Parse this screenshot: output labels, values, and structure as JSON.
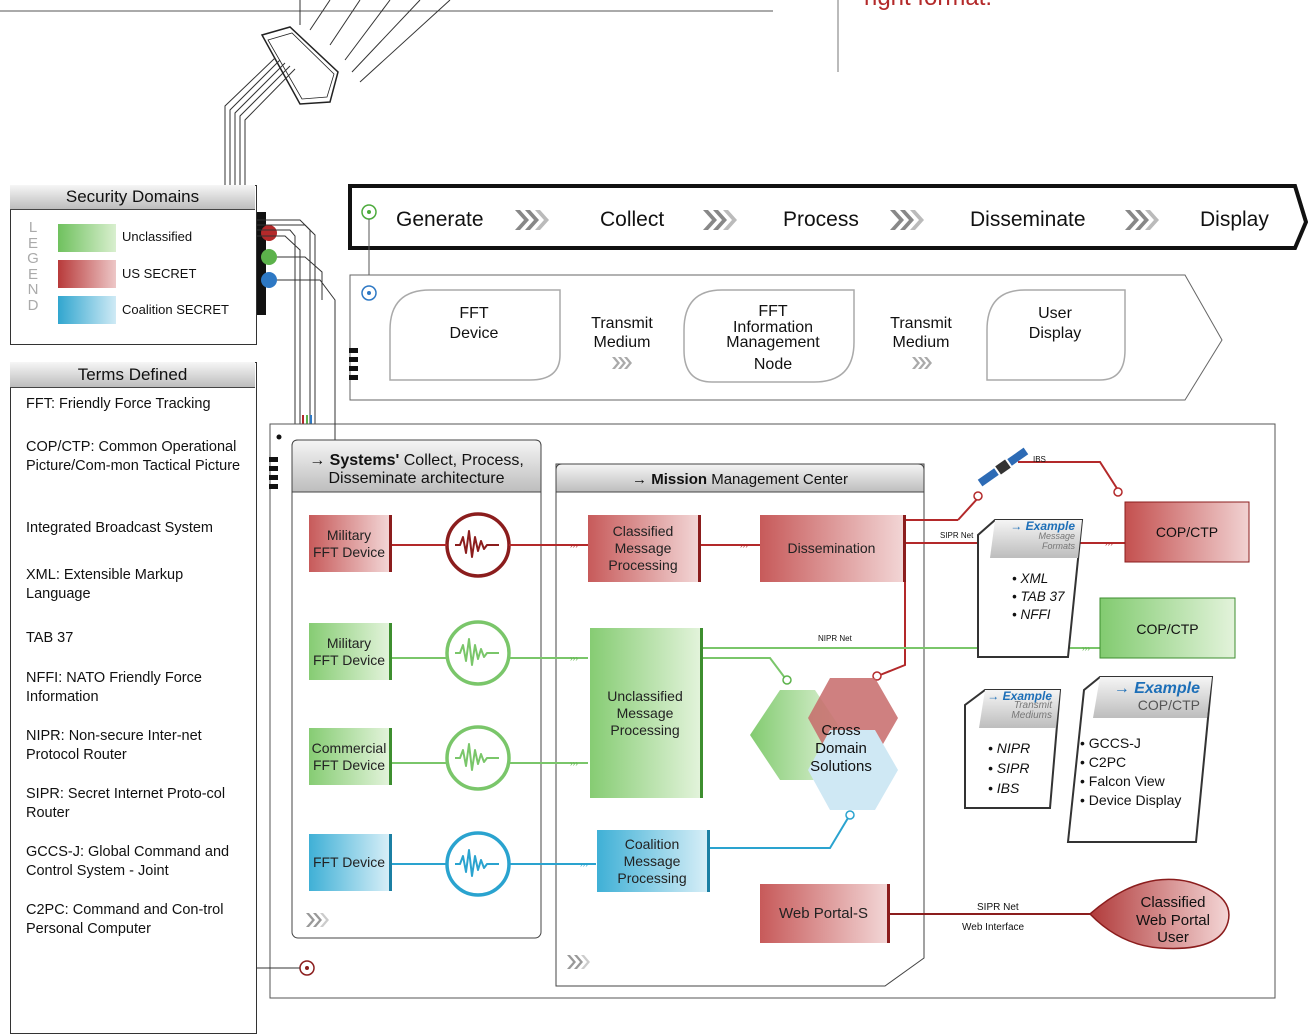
{
  "header": {
    "fragment_text": "right format."
  },
  "legend": {
    "title": "Security Domains",
    "side_letters": [
      "L",
      "E",
      "G",
      "E",
      "N",
      "D"
    ],
    "items": [
      {
        "label": "Unclassified",
        "color": "#6fc15e"
      },
      {
        "label": "US SECRET",
        "color": "#b83a3a"
      },
      {
        "label": "Coalition SECRET",
        "color": "#31a6cf"
      }
    ]
  },
  "terms": {
    "title": "Terms Defined",
    "items": [
      "FFT: Friendly Force Tracking",
      "COP/CTP: Common Operational Picture/Com-mon Tactical Picture",
      "Integrated Broadcast System",
      "XML: Extensible Markup Language",
      "TAB 37",
      "NFFI: NATO Friendly Force Information",
      "NIPR: Non-secure Inter-net Protocol Router",
      "SIPR: Secret Internet Proto-col Router",
      "GCCS-J: Global Command and Control System - Joint",
      "C2PC: Command and Con-trol Personal Computer"
    ]
  },
  "process_steps": [
    "Generate",
    "Collect",
    "Process",
    "Disseminate",
    "Display"
  ],
  "flow": {
    "device": [
      "FFT",
      "Device"
    ],
    "transmit1": [
      "Transmit",
      "Medium"
    ],
    "node": [
      "FFT",
      "Information",
      "Management",
      "Node"
    ],
    "transmit2": [
      "Transmit",
      "Medium"
    ],
    "user": [
      "User",
      "Display"
    ]
  },
  "systems_panel": {
    "title_bold": "Systems'",
    "title_rest": " Collect, Process,",
    "title_line2": "Disseminate architecture"
  },
  "mission_panel": {
    "title_bold": "Mission",
    "title_rest": " Management Center"
  },
  "devices": [
    {
      "lines": [
        "Military",
        "FFT Device"
      ],
      "domain": "red"
    },
    {
      "lines": [
        "Military",
        "FFT Device"
      ],
      "domain": "green"
    },
    {
      "lines": [
        "Commercial",
        "FFT Device"
      ],
      "domain": "green"
    },
    {
      "lines": [
        "FFT Device"
      ],
      "domain": "blue"
    }
  ],
  "processing": {
    "classified": [
      "Classified",
      "Message",
      "Processing"
    ],
    "unclassified": [
      "Unclassified",
      "Message",
      "Processing"
    ],
    "coalition": [
      "Coalition",
      "Message",
      "Processing"
    ],
    "dissemination": "Dissemination",
    "web_portal": "Web Portal-S",
    "cross_domain": [
      "Cross",
      "Domain",
      "Solutions"
    ]
  },
  "outputs": {
    "cop_red": "COP/CTP",
    "cop_green": "COP/CTP",
    "portal_user": [
      "Classified",
      "Web Portal",
      "User"
    ]
  },
  "link_labels": {
    "ibs": "IBS",
    "sipr_net": "SIPR Net",
    "nipr_net": "NIPR Net",
    "sipr_net2": "SIPR Net",
    "web_interface": "Web Interface"
  },
  "example_formats": {
    "title": "Example",
    "subtitle": [
      "Message",
      "Formats"
    ],
    "items": [
      "• XML",
      "• TAB 37",
      "• NFFI"
    ]
  },
  "example_mediums": {
    "title": "Example",
    "subtitle": [
      "Transmit",
      "Mediums"
    ],
    "items": [
      "• NIPR",
      "• SIPR",
      "• IBS"
    ]
  },
  "example_cop": {
    "title": "Example",
    "subtitle": [
      "COP/CTP"
    ],
    "items": [
      "• GCCS-J",
      "• C2PC",
      "• Falcon View",
      "• Device Display"
    ]
  },
  "colors": {
    "red": "#b83a3a",
    "green": "#7ac66a",
    "blue": "#2aa3cf",
    "dark": "#222222"
  }
}
